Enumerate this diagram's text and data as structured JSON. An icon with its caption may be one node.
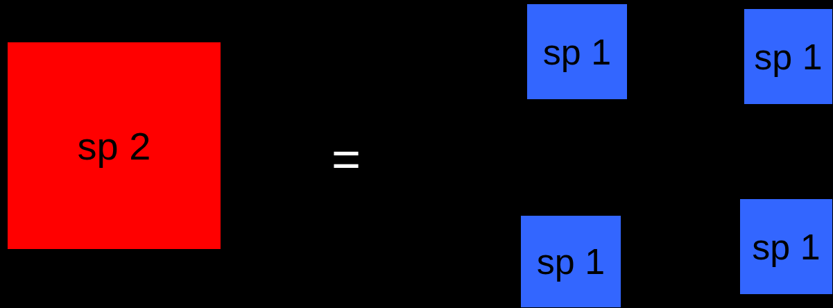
{
  "diagram": {
    "nodes": [
      {
        "text": [
          "sp 2"
        ]
      },
      {
        "text": [
          "sp 1"
        ]
      },
      {
        "text": [
          "sp 1"
        ]
      },
      {
        "text": [
          "sp 1"
        ]
      },
      {
        "text": [
          "sp 1"
        ]
      }
    ],
    "labels": [
      "="
    ]
  }
}
